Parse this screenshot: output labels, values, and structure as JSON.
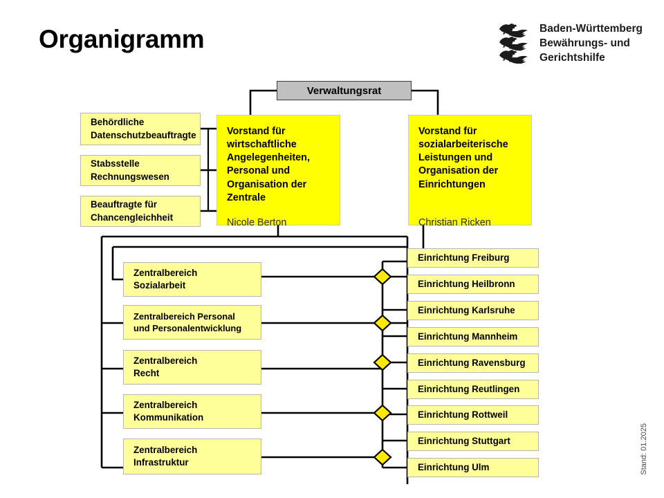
{
  "header": {
    "title": "Organigramm",
    "logo_lines": [
      "Baden-Württemberg",
      "Bewährungs- und",
      "Gerichtshilfe"
    ],
    "logo_icon": "three-lions-coat-of-arms"
  },
  "footer": {
    "stand": "Stand: 01.2025"
  },
  "colors": {
    "board_bright": "#ffff00",
    "node_pale": "#ffff99",
    "council_gray": "#c0c0c0",
    "connector": "#000000",
    "diamond": "#ffe900"
  },
  "council": {
    "label": "Verwaltungsrat"
  },
  "staff_units": [
    {
      "label": "Behördliche\nDatenschutzbeauftragte",
      "line1": "Behördliche",
      "line2": "Datenschutzbeauftragte"
    },
    {
      "label": "Stabsstelle\nRechnungswesen",
      "line1": "Stabsstelle",
      "line2": "Rechnungswesen"
    },
    {
      "label": "Beauftragte für\nChancengleichheit",
      "line1": "Beauftragte für",
      "line2": "Chancengleichheit"
    }
  ],
  "boards": [
    {
      "title": "Vorstand für wirtschaftliche Angelegenheiten, Personal und Organisation der Zentrale",
      "title_lines": [
        "Vorstand für",
        "wirtschaftliche",
        "Angelegenheiten,",
        "Personal und",
        "Organisation der",
        "Zentrale"
      ],
      "person": "Nicole Berton"
    },
    {
      "title": "Vorstand für sozialarbeiterische Leistungen und Organisation der Einrichtungen",
      "title_lines": [
        "Vorstand für",
        "sozialarbeiterische",
        "Leistungen und",
        "Organisation der",
        "Einrichtungen"
      ],
      "person": "Christian Ricken"
    }
  ],
  "central_areas": [
    {
      "line1": "Zentralbereich",
      "line2": "Sozialarbeit"
    },
    {
      "line1": "Zentralbereich Personal",
      "line2": "und Personalentwicklung"
    },
    {
      "line1": "Zentralbereich",
      "line2": "Recht"
    },
    {
      "line1": "Zentralbereich",
      "line2": "Kommunikation"
    },
    {
      "line1": "Zentralbereich",
      "line2": "Infrastruktur"
    }
  ],
  "facilities": [
    {
      "label": "Einrichtung Freiburg"
    },
    {
      "label": "Einrichtung Heilbronn"
    },
    {
      "label": "Einrichtung Karlsruhe"
    },
    {
      "label": "Einrichtung Mannheim"
    },
    {
      "label": "Einrichtung Ravensburg"
    },
    {
      "label": "Einrichtung Reutlingen"
    },
    {
      "label": "Einrichtung Rottweil"
    },
    {
      "label": "Einrichtung Stuttgart"
    },
    {
      "label": "Einrichtung Ulm"
    }
  ]
}
